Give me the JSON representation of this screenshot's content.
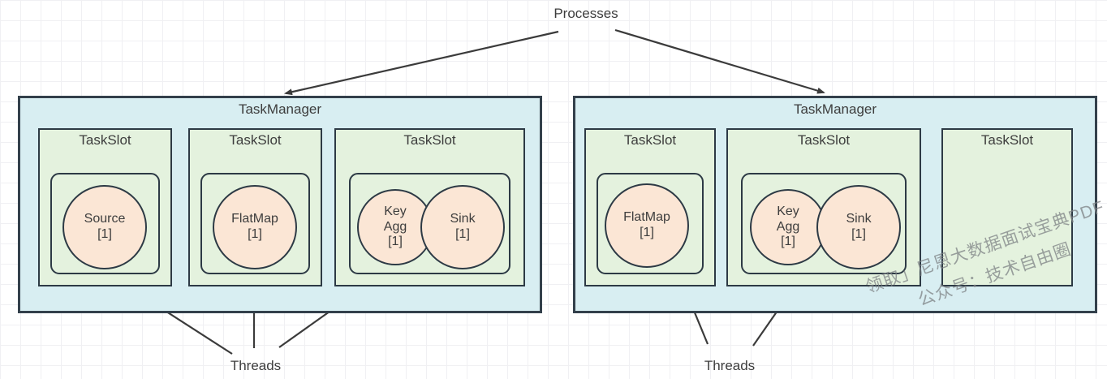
{
  "labels": {
    "processes": "Processes",
    "threads_left": "Threads",
    "threads_right": "Threads"
  },
  "task_managers": [
    {
      "title": "TaskManager",
      "slots": [
        {
          "title": "TaskSlot",
          "tasks": [
            {
              "name": "Source",
              "parallelism": "[1]"
            }
          ]
        },
        {
          "title": "TaskSlot",
          "tasks": [
            {
              "name": "FlatMap",
              "parallelism": "[1]"
            }
          ]
        },
        {
          "title": "TaskSlot",
          "tasks": [
            {
              "name": "Key Agg",
              "parallelism": "[1]"
            },
            {
              "name": "Sink",
              "parallelism": "[1]"
            }
          ]
        }
      ]
    },
    {
      "title": "TaskManager",
      "slots": [
        {
          "title": "TaskSlot",
          "tasks": [
            {
              "name": "FlatMap",
              "parallelism": "[1]"
            }
          ]
        },
        {
          "title": "TaskSlot",
          "tasks": [
            {
              "name": "Key Agg",
              "parallelism": "[1]"
            },
            {
              "name": "Sink",
              "parallelism": "[1]"
            }
          ]
        },
        {
          "title": "TaskSlot",
          "tasks": []
        }
      ]
    }
  ],
  "watermark": {
    "line1": "领取」尼恩大数据面试宝典PDF",
    "line2": "公众号：技术自由圈"
  },
  "colors": {
    "taskmanager_fill": "#d8eef2",
    "taskslot_fill": "#e4f2de",
    "task_fill": "#fbe6d5",
    "shape_border": "#2d3a45",
    "arrow": "#3b3b3b",
    "grid_line": "#f0f0f3",
    "watermark_gray": "#7d8284"
  }
}
